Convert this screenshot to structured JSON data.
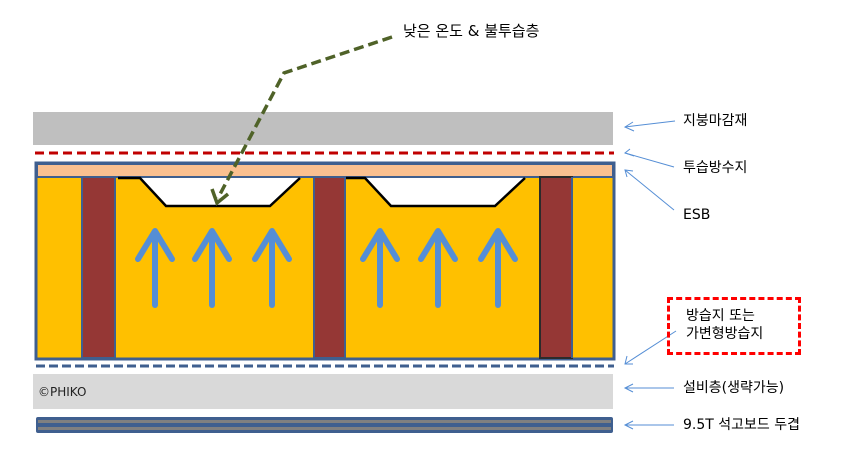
{
  "diagram": {
    "title_callout": "낮은 온도 & 불투습층",
    "layers": [
      {
        "id": "roof-finish",
        "label": "지붕마감재"
      },
      {
        "id": "vapor-permeable-membrane",
        "label": "투습방수지"
      },
      {
        "id": "esb",
        "label": "ESB"
      },
      {
        "id": "vapor-barrier",
        "label_line1": "방습지 또는",
        "label_line2": "가변형방습지"
      },
      {
        "id": "service-layer",
        "label": "설비층(생략가능)"
      },
      {
        "id": "gypsum-board",
        "label": "9.5T 석고보드 두겹"
      }
    ],
    "watermark": "©PHIKO",
    "colors": {
      "roof_finish": "#bfbfbf",
      "membrane_dash": "#c00000",
      "esb": "#fac090",
      "insulation": "#ffc000",
      "stud": "#953735",
      "frame": "#3f5f8f",
      "arrow": "#558ed5",
      "callout_arrow": "#4f6228",
      "service_layer": "#d9d9d9",
      "gypsum_stripe": "#808080",
      "note_box": "#ff0000"
    }
  }
}
